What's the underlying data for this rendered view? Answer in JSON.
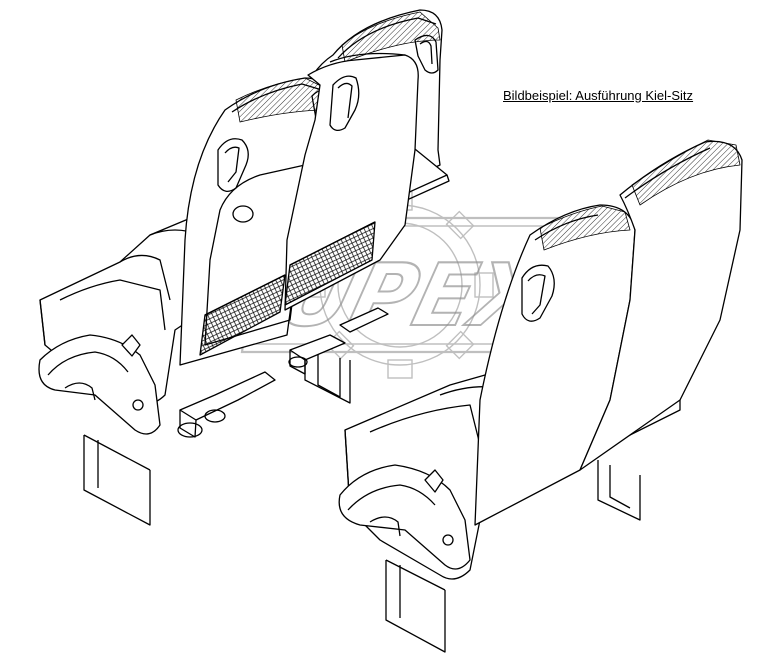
{
  "caption": "Bildbeispiel: Ausführung Kiel-Sitz",
  "watermark": {
    "text": "UPEX",
    "color": "#9a9a9a"
  },
  "drawing": {
    "line_color": "#000000",
    "net_pattern": "cross-hatch",
    "seat_count": 4,
    "seat_rows": 2
  }
}
